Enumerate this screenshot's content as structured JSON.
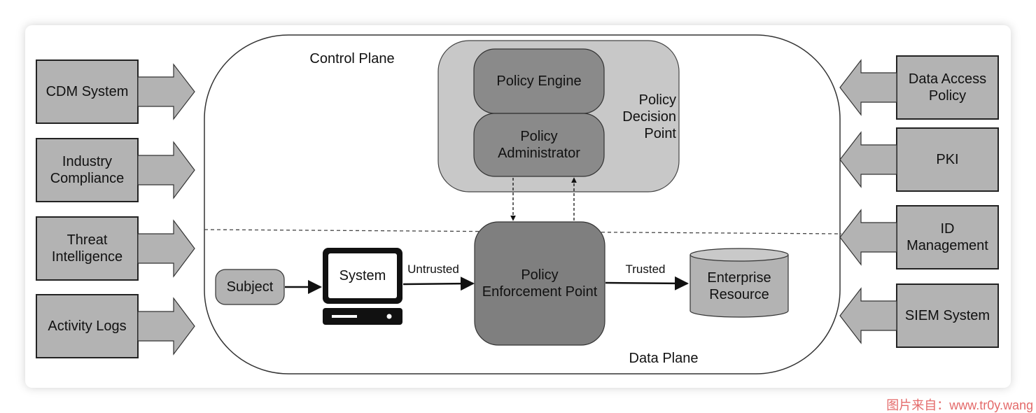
{
  "colors": {
    "box_fill": "#b3b3b3",
    "dark_fill": "#808080",
    "pdp_fill": "#c8c8c8",
    "stroke": "#222222",
    "watermark": "#e46a6a"
  },
  "planes": {
    "control": "Control Plane",
    "data": "Data Plane"
  },
  "inputs_left": [
    {
      "label": "CDM System"
    },
    {
      "label": "Industry\nCompliance"
    },
    {
      "label": "Threat\nIntelligence"
    },
    {
      "label": "Activity Logs"
    }
  ],
  "inputs_right": [
    {
      "label": "Data Access\nPolicy"
    },
    {
      "label": "PKI"
    },
    {
      "label": "ID\nManagement"
    },
    {
      "label": "SIEM System"
    }
  ],
  "pdp": {
    "label": "Policy\nDecision\nPoint",
    "engine": "Policy Engine",
    "administrator": "Policy\nAdministrator"
  },
  "pep": {
    "label": "Policy\nEnforcement Point"
  },
  "flow": {
    "subject": "Subject",
    "system": "System",
    "untrusted": "Untrusted",
    "trusted": "Trusted",
    "resource": "Enterprise\nResource"
  },
  "watermark": "图片来自：www.tr0y.wang",
  "icons": {
    "system": "computer-icon",
    "resource": "database-cylinder-icon",
    "feed_arrow": "block-arrow-icon"
  }
}
